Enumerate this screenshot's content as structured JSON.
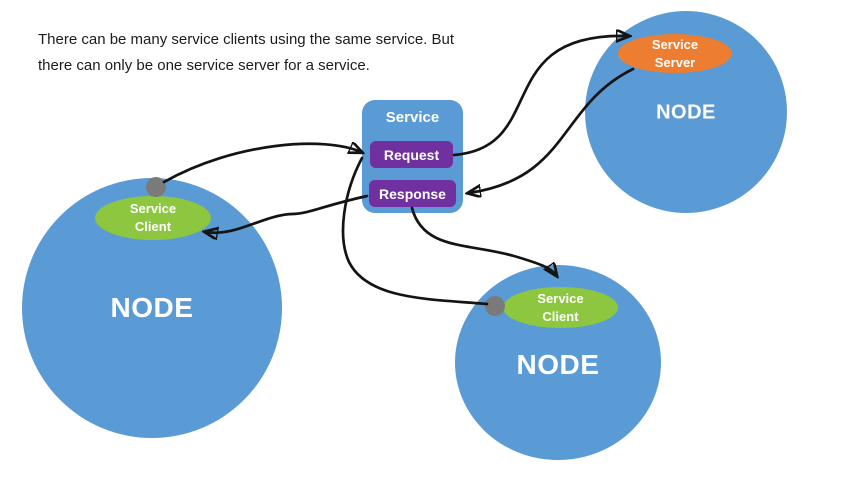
{
  "annotation": {
    "line1": "There can be many service clients using the same service. But",
    "line2": "there can only be one service server for a service."
  },
  "service_box": {
    "title": "Service",
    "request_label": "Request",
    "response_label": "Response"
  },
  "nodes": [
    {
      "id": "left",
      "label": "NODE",
      "attachment": {
        "type": "service-client",
        "label": "Service\nClient"
      }
    },
    {
      "id": "top-right",
      "label": "NODE",
      "attachment": {
        "type": "service-server",
        "label": "Service\nServer"
      }
    },
    {
      "id": "bottom",
      "label": "NODE",
      "attachment": {
        "type": "service-client",
        "label": "Service\nClient"
      }
    }
  ],
  "connections": [
    {
      "from": "service-client-left",
      "to": "request"
    },
    {
      "from": "service-client-bottom",
      "to": "request"
    },
    {
      "from": "request",
      "to": "service-server"
    },
    {
      "from": "service-server",
      "to": "response"
    },
    {
      "from": "response",
      "to": "service-client-left"
    },
    {
      "from": "response",
      "to": "service-client-bottom"
    }
  ],
  "colors": {
    "node_blue": "#5b9bd5",
    "client_green": "#8dc63f",
    "server_orange": "#ed7d31",
    "message_purple": "#7030a0",
    "connector_gray": "#7a7a7a",
    "arrow_black": "#141414",
    "label_white": "#ffffff",
    "annotation_text": "#1c1c1c",
    "background": "#ffffff"
  }
}
